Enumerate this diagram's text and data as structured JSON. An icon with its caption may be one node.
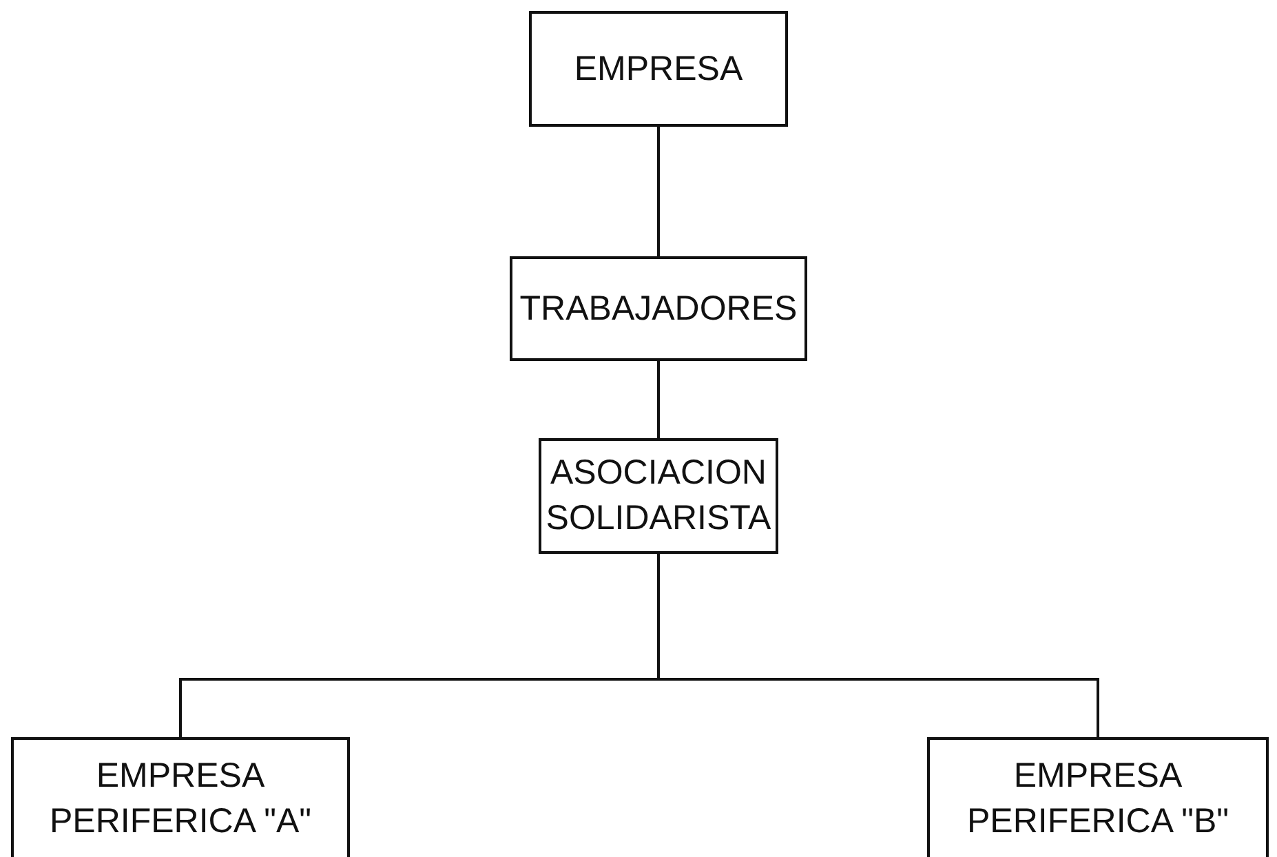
{
  "diagram": {
    "nodes": [
      {
        "text": [
          "EMPRESA"
        ]
      },
      {
        "text": [
          "TRABAJADORES"
        ]
      },
      {
        "text": [
          "ASOCIACION SOLIDARISTA"
        ]
      },
      {
        "text": [
          "EMPRESA PERIFERICA \"A\""
        ]
      },
      {
        "text": [
          "EMPRESA PERIFERICA \"B\""
        ]
      }
    ],
    "edges": [
      {
        "from": 0,
        "to": 1,
        "arrow": "none"
      },
      {
        "from": 1,
        "to": 2,
        "arrow": "none"
      },
      {
        "from": 2,
        "to": 3,
        "arrow": "none"
      },
      {
        "from": 2,
        "to": 4,
        "arrow": "none"
      }
    ]
  }
}
